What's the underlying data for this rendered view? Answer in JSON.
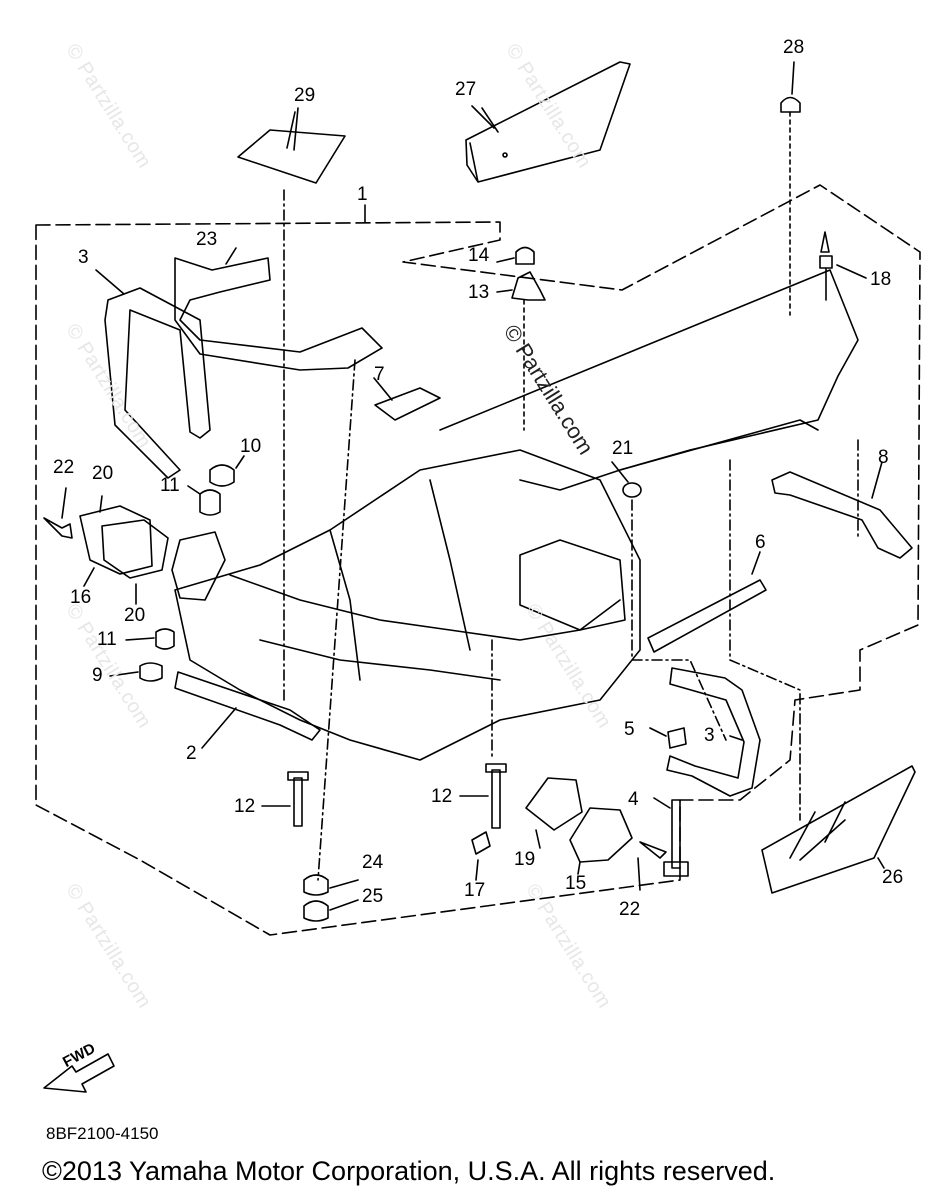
{
  "diagram": {
    "code": "8BF2100-4150",
    "copyright": "©2013  Yamaha Motor Corporation, U.S.A. All rights reserved.",
    "forward_label": "FWD",
    "watermark": "© Partzilla.com",
    "callouts": [
      "1",
      "2",
      "3",
      "3",
      "4",
      "5",
      "6",
      "7",
      "8",
      "9",
      "10",
      "11",
      "11",
      "12",
      "12",
      "13",
      "14",
      "15",
      "16",
      "17",
      "18",
      "19",
      "20",
      "20",
      "21",
      "22",
      "22",
      "23",
      "24",
      "25",
      "26",
      "27",
      "28",
      "29"
    ]
  }
}
